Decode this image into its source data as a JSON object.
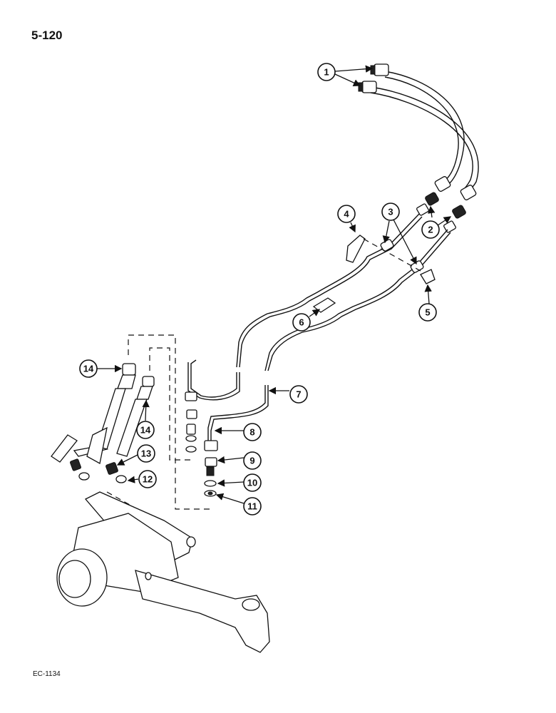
{
  "page": {
    "number": "5-120",
    "code": "EC-1134"
  },
  "callouts": [
    {
      "id": "c1",
      "label": "1"
    },
    {
      "id": "c2",
      "label": "2"
    },
    {
      "id": "c3",
      "label": "3"
    },
    {
      "id": "c4",
      "label": "4"
    },
    {
      "id": "c5",
      "label": "5"
    },
    {
      "id": "c6",
      "label": "6"
    },
    {
      "id": "c7",
      "label": "7"
    },
    {
      "id": "c8",
      "label": "8"
    },
    {
      "id": "c9",
      "label": "9"
    },
    {
      "id": "c10",
      "label": "10"
    },
    {
      "id": "c11",
      "label": "11"
    },
    {
      "id": "c12",
      "label": "12"
    },
    {
      "id": "c13",
      "label": "13"
    },
    {
      "id": "c14a",
      "label": "14"
    },
    {
      "id": "c14b",
      "label": "14"
    }
  ]
}
